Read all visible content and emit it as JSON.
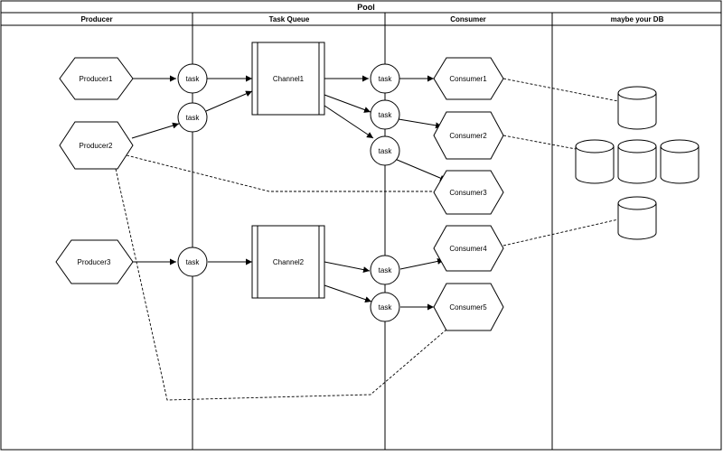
{
  "pool": {
    "title": "Pool",
    "lanes": [
      "Producer",
      "Task Queue",
      "Consumer",
      "maybe your DB"
    ]
  },
  "producers": [
    "Producer1",
    "Producer2",
    "Producer3"
  ],
  "tasks": [
    "task",
    "task",
    "task",
    "task",
    "task",
    "task",
    "task"
  ],
  "channels": [
    "Channel1",
    "Channel2"
  ],
  "consumers": [
    "Consumer1",
    "Consumer2",
    "Consumer3",
    "Consumer4",
    "Consumer5"
  ],
  "colors": {
    "stroke": "#000000",
    "fill": "#ffffff"
  }
}
